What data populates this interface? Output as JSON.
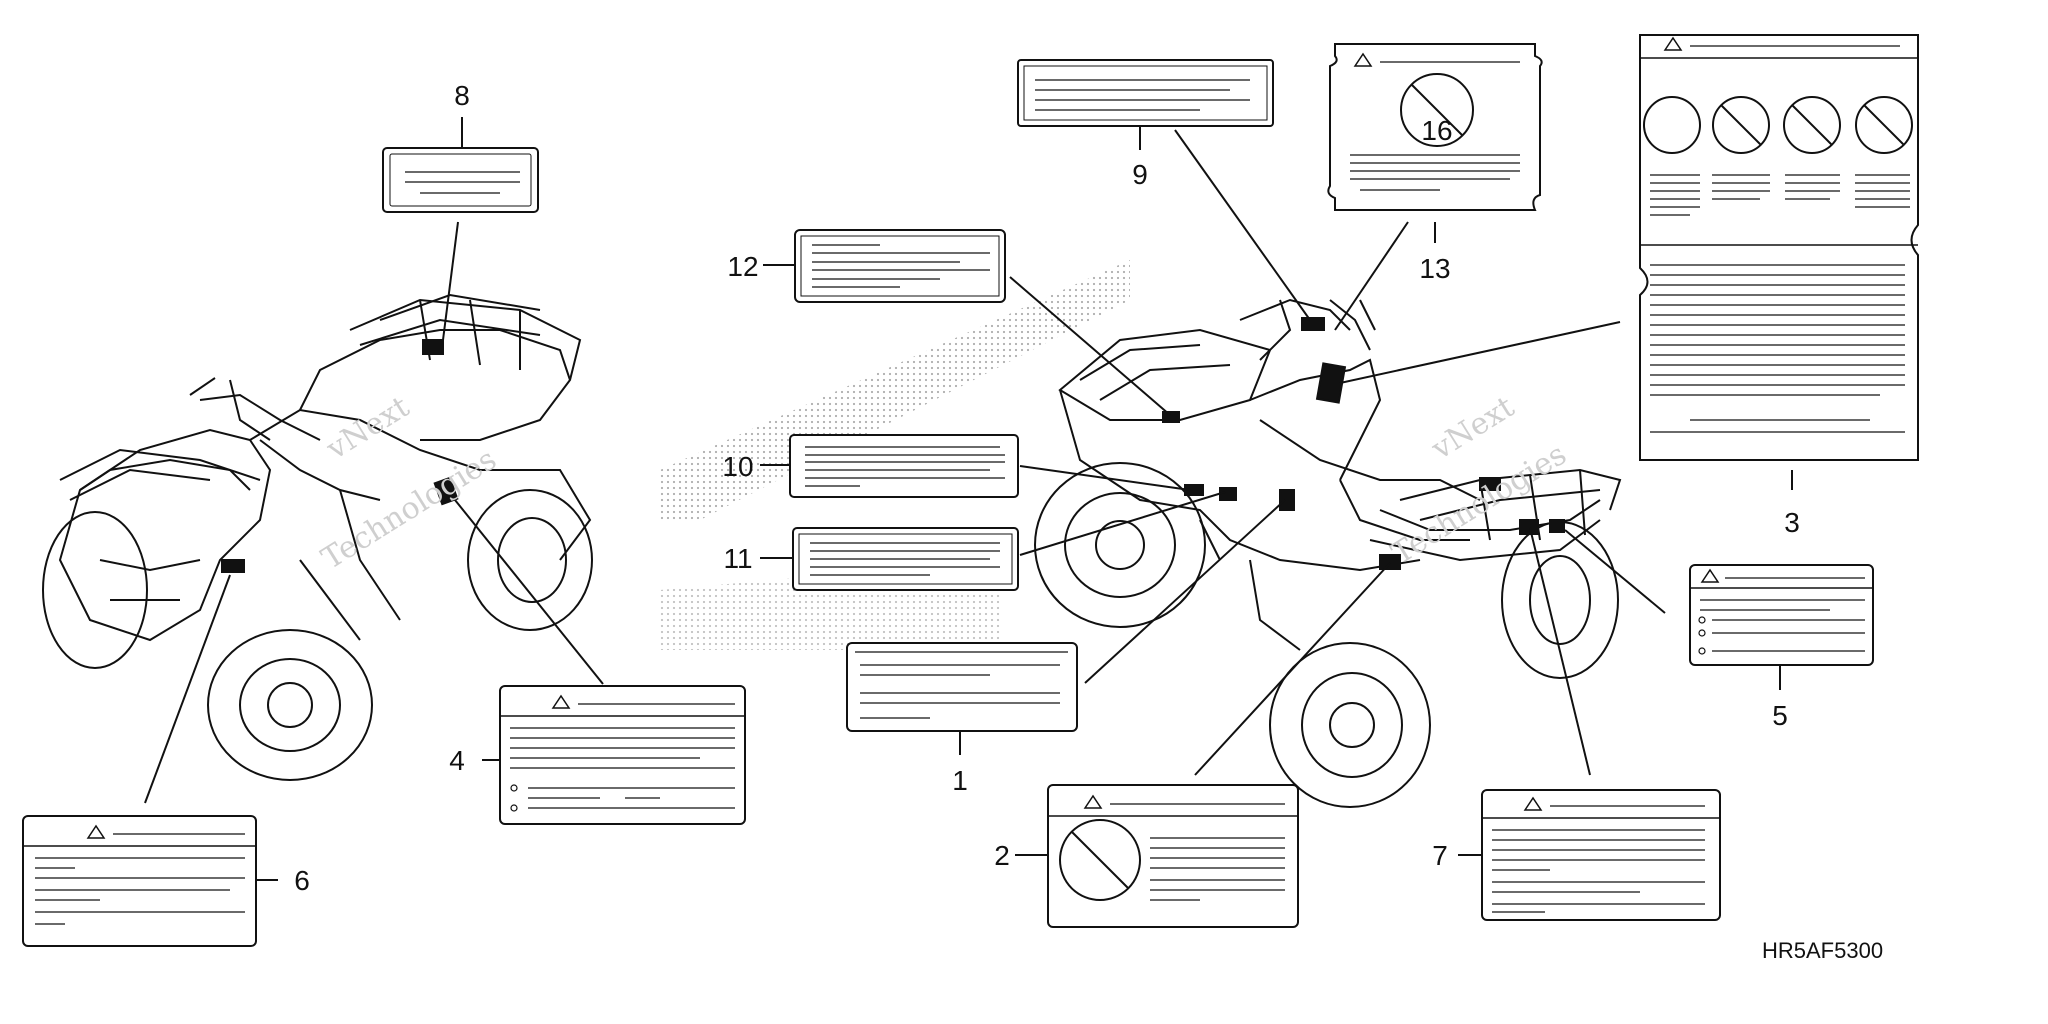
{
  "diagram": {
    "code": "HR5AF5300",
    "watermark": [
      "vNext",
      "Technologies",
      "vNext",
      "Technologies"
    ],
    "callouts": [
      "1",
      "2",
      "3",
      "4",
      "5",
      "6",
      "7",
      "8",
      "9",
      "10",
      "11",
      "12",
      "13"
    ],
    "speed_label": "16",
    "colors": {
      "line": "#111111",
      "label_fill": "#ffffff",
      "watermark": "#cfcfcf"
    }
  }
}
